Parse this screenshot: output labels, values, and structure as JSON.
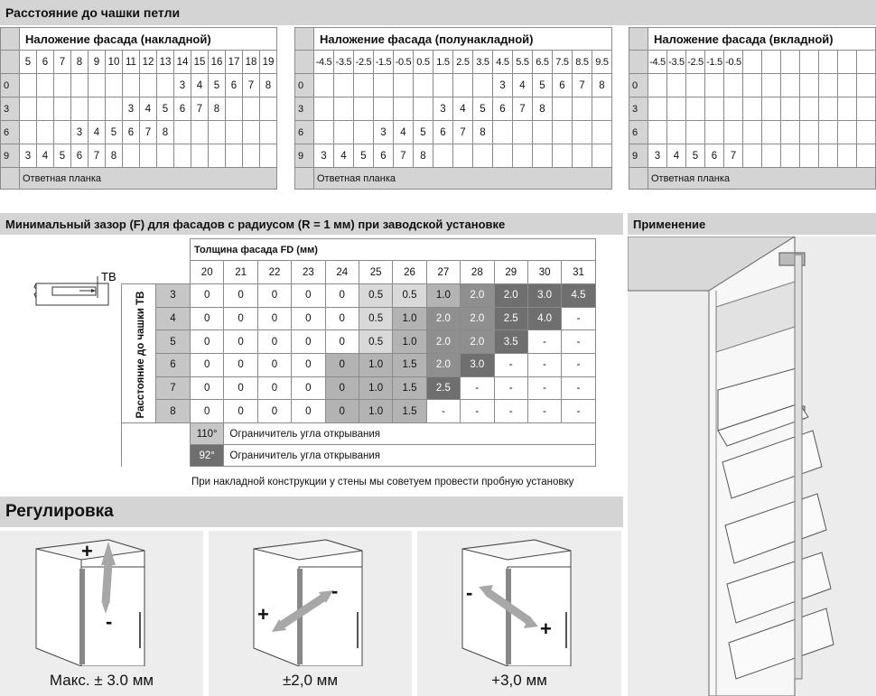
{
  "section1": {
    "title": "Расстояние до чашки петли",
    "tables": [
      {
        "title": "Наложение фасада (накладной)",
        "columns": [
          "5",
          "6",
          "7",
          "8",
          "9",
          "10",
          "11",
          "12",
          "13",
          "14",
          "15",
          "16",
          "17",
          "18",
          "19"
        ],
        "rows": [
          {
            "label": "0",
            "cells": [
              "",
              "",
              "",
              "",
              "",
              "",
              "",
              "",
              "",
              "3",
              "4",
              "5",
              "6",
              "7",
              "8"
            ]
          },
          {
            "label": "3",
            "cells": [
              "",
              "",
              "",
              "",
              "",
              "",
              "3",
              "4",
              "5",
              "6",
              "7",
              "8",
              "",
              "",
              ""
            ]
          },
          {
            "label": "6",
            "cells": [
              "",
              "",
              "",
              "3",
              "4",
              "5",
              "6",
              "7",
              "8",
              "",
              "",
              "",
              "",
              "",
              ""
            ]
          },
          {
            "label": "9",
            "cells": [
              "3",
              "4",
              "5",
              "6",
              "7",
              "8",
              "",
              "",
              "",
              "",
              "",
              "",
              "",
              "",
              ""
            ]
          }
        ],
        "footer": "Ответная планка"
      },
      {
        "title": "Наложение фасада (полунакладной)",
        "columns": [
          "-4.5",
          "-3.5",
          "-2.5",
          "-1.5",
          "-0.5",
          "0.5",
          "1.5",
          "2.5",
          "3.5",
          "4.5",
          "5.5",
          "6.5",
          "7.5",
          "8.5",
          "9.5"
        ],
        "rows": [
          {
            "label": "0",
            "cells": [
              "",
              "",
              "",
              "",
              "",
              "",
              "",
              "",
              "",
              "3",
              "4",
              "5",
              "6",
              "7",
              "8"
            ]
          },
          {
            "label": "3",
            "cells": [
              "",
              "",
              "",
              "",
              "",
              "",
              "3",
              "4",
              "5",
              "6",
              "7",
              "8",
              "",
              "",
              ""
            ]
          },
          {
            "label": "6",
            "cells": [
              "",
              "",
              "",
              "3",
              "4",
              "5",
              "6",
              "7",
              "8",
              "",
              "",
              "",
              "",
              "",
              ""
            ]
          },
          {
            "label": "9",
            "cells": [
              "3",
              "4",
              "5",
              "6",
              "7",
              "8",
              "",
              "",
              "",
              "",
              "",
              "",
              "",
              "",
              ""
            ]
          }
        ],
        "footer": "Ответная планка"
      },
      {
        "title": "Наложение фасада (вкладной)",
        "columns": [
          "-4.5",
          "-3.5",
          "-2.5",
          "-1.5",
          "-0.5",
          "",
          "",
          "",
          "",
          "",
          "",
          ""
        ],
        "rows": [
          {
            "label": "0",
            "cells": [
              "",
              "",
              "",
              "",
              "",
              "",
              "",
              "",
              "",
              "",
              "",
              ""
            ]
          },
          {
            "label": "3",
            "cells": [
              "",
              "",
              "",
              "",
              "",
              "",
              "",
              "",
              "",
              "",
              "",
              ""
            ]
          },
          {
            "label": "6",
            "cells": [
              "",
              "",
              "",
              "",
              "",
              "",
              "",
              "",
              "",
              "",
              "",
              ""
            ]
          },
          {
            "label": "9",
            "cells": [
              "3",
              "4",
              "5",
              "6",
              "7",
              "",
              "",
              "",
              "",
              "",
              "",
              ""
            ]
          }
        ],
        "footer": "Ответная планка"
      }
    ]
  },
  "section2": {
    "title": "Минимальный зазор (F) для фасадов с радиусом (R = 1 мм) при заводской установке",
    "tb_label": "TB",
    "header": "Толщина фасада FD (мм)",
    "row_axis_label": "Расстояние до чашки TB",
    "columns": [
      "20",
      "21",
      "22",
      "23",
      "24",
      "25",
      "26",
      "27",
      "28",
      "29",
      "30",
      "31"
    ],
    "rows": [
      {
        "label": "3",
        "cells": [
          "0",
          "0",
          "0",
          "0",
          "0",
          "0.5",
          "0.5",
          "1.0",
          "2.0",
          "2.0",
          "3.0",
          "4.5"
        ]
      },
      {
        "label": "4",
        "cells": [
          "0",
          "0",
          "0",
          "0",
          "0",
          "0.5",
          "1.0",
          "2.0",
          "2.0",
          "2.5",
          "4.0",
          "-"
        ]
      },
      {
        "label": "5",
        "cells": [
          "0",
          "0",
          "0",
          "0",
          "0",
          "0.5",
          "1.0",
          "2.0",
          "2.0",
          "3.5",
          "-",
          "-"
        ]
      },
      {
        "label": "6",
        "cells": [
          "0",
          "0",
          "0",
          "0",
          "0",
          "1.0",
          "1.5",
          "2.0",
          "3.0",
          "-",
          "-",
          "-"
        ]
      },
      {
        "label": "7",
        "cells": [
          "0",
          "0",
          "0",
          "0",
          "0",
          "1.0",
          "1.5",
          "2.5",
          "-",
          "-",
          "-",
          "-"
        ]
      },
      {
        "label": "8",
        "cells": [
          "0",
          "0",
          "0",
          "0",
          "0",
          "1.0",
          "1.5",
          "-",
          "-",
          "-",
          "-",
          "-"
        ]
      }
    ],
    "limiters": [
      {
        "angle": "110°",
        "text": "Ограничитель угла открывания"
      },
      {
        "angle": "92°",
        "text": "Ограничитель угла открывания"
      }
    ],
    "note": "При накладной конструкции у стены мы советуем провести пробную установку"
  },
  "section3": {
    "title": "Регулировка",
    "panels": [
      {
        "caption": "Макс. ± 3.0 мм",
        "plus": "+",
        "minus": "-"
      },
      {
        "caption": "±2,0 мм",
        "plus": "+",
        "minus": "-"
      },
      {
        "caption": "+3,0 мм",
        "plus": "+",
        "minus": "-"
      }
    ]
  },
  "section4": {
    "title": "Применение"
  }
}
